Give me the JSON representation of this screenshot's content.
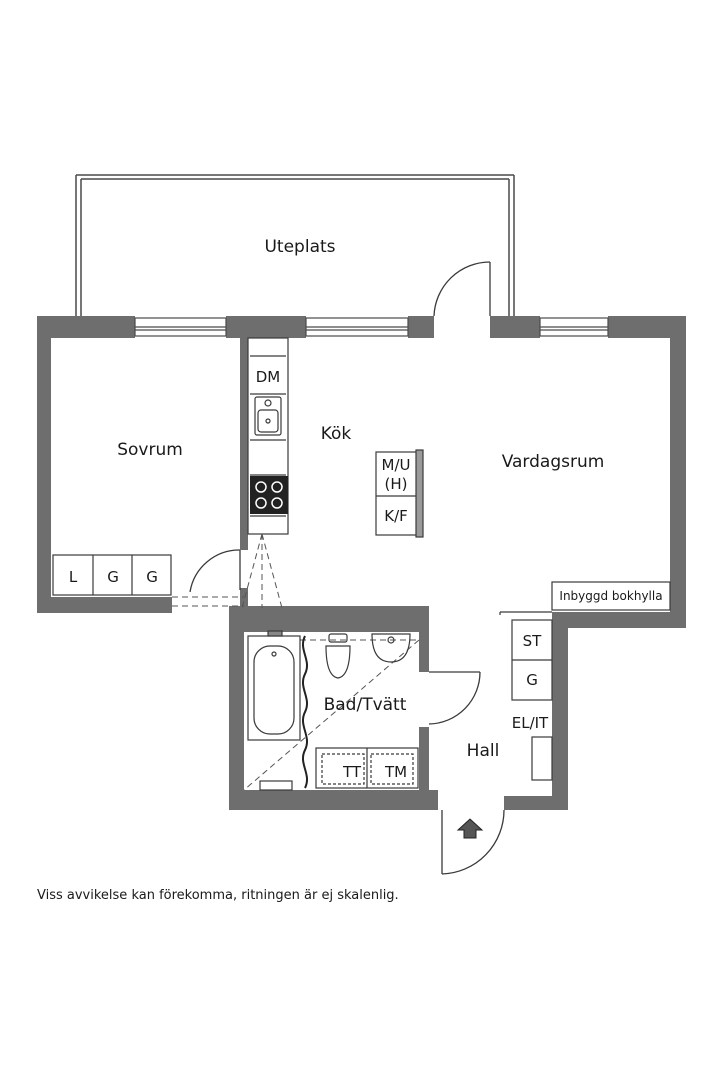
{
  "rooms": {
    "uteplats": "Uteplats",
    "sovrum": "Sovrum",
    "kok": "Kök",
    "vardagsrum": "Vardagsrum",
    "bad_tvatt": "Bad/Tvätt",
    "hall": "Hall"
  },
  "fixtures": {
    "dm": "DM",
    "mu": "M/U",
    "h": "(H)",
    "kf": "K/F",
    "wardrobe_l": "L",
    "wardrobe_g1": "G",
    "wardrobe_g2": "G",
    "bookshelf": "Inbyggd bokhylla",
    "st": "ST",
    "hall_g": "G",
    "el_it": "EL/IT",
    "tt": "TT",
    "tm": "TM"
  },
  "disclaimer": "Viss avvikelse kan förekomma, ritningen är ej skalenlig.",
  "colors": {
    "wall": "#6e6e6e",
    "line": "#3a3a3a",
    "accent": "#555555"
  }
}
